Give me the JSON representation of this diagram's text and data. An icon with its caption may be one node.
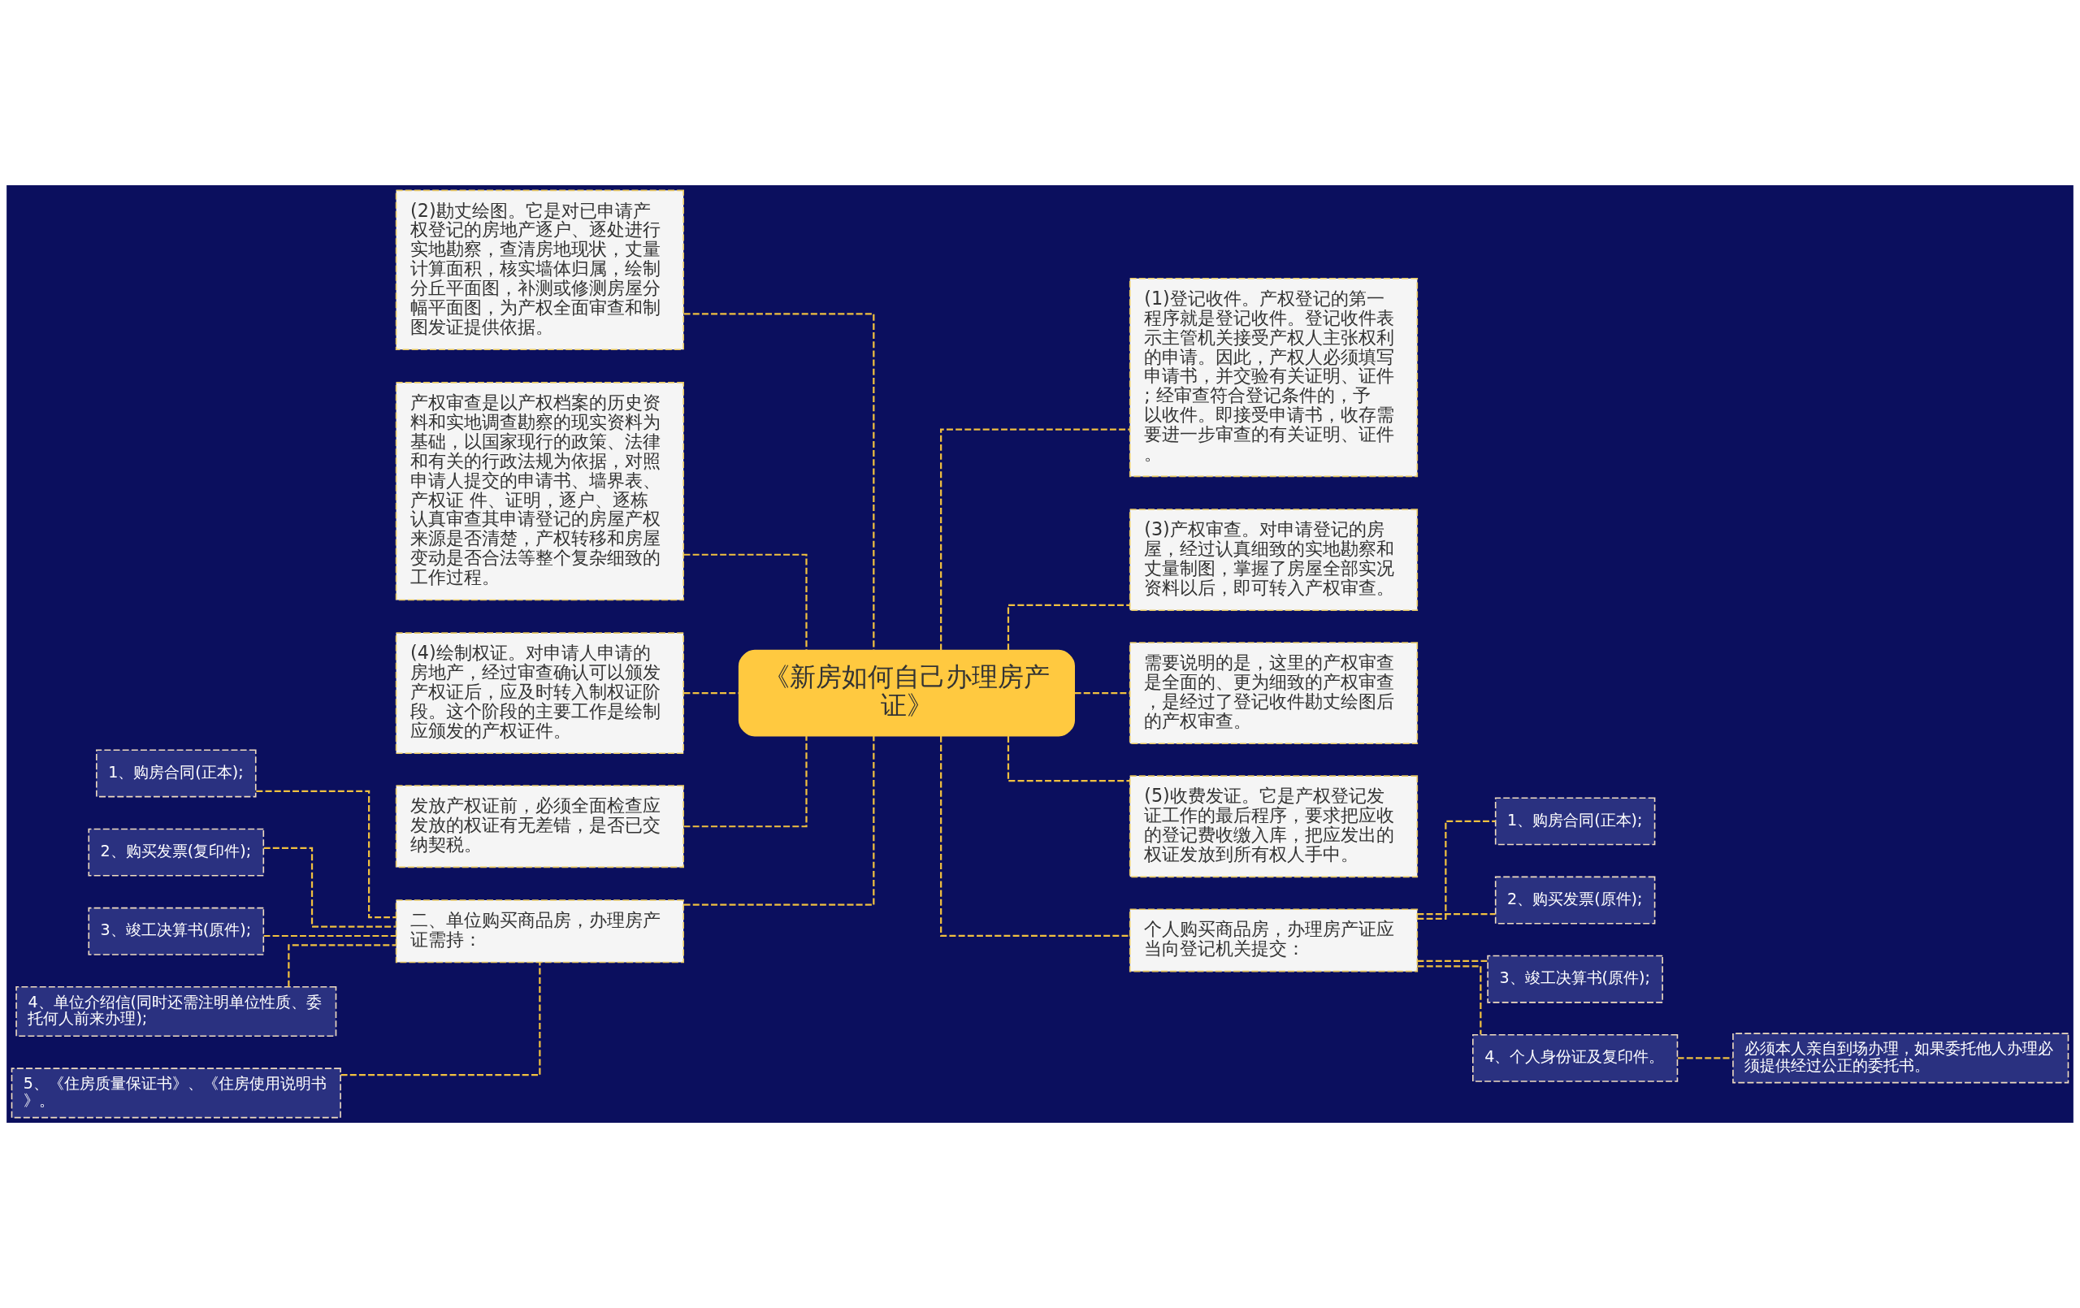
{
  "diagram": {
    "nodes": [
      {
        "text": [
          "《新房如何自己办理房产证》"
        ]
      },
      {
        "text": [
          "(2)勘丈绘图。它是对已申请产权登记的房地产逐户、逐处进行实地勘察，查清房地现状，丈量计算面积，核实墙体归属，绘制分丘平面图，补测或修测房屋分幅平面图，为产权全面审查和制图发证提供依据。"
        ]
      },
      {
        "text": [
          "产权审查是以产权档案的历史资料和实地调查勘察的现实资料为基础，以国家现行的政策、法律和有关的行政法规为依据，对照申请人提交的申请书、墙界表、产权证 件、证明，逐户、逐栋认真审查其申请登记的房屋产权来源是否清楚，产权转移和房屋变动是否合法等整个复杂细致的工作过程。"
        ]
      },
      {
        "text": [
          "(4)绘制权证。对申请人申请的房地产，经过审查确认可以颁发产权证后，应及时转入制权证阶段。这个阶段的主要工作是绘制应颁发的产权证件。"
        ]
      },
      {
        "text": [
          "发放产权证前，必须全面检查应发放的权证有无差错，是否已交纳契税。"
        ]
      },
      {
        "text": [
          "二、单位购买商品房，办理房产证需持："
        ]
      },
      {
        "text": [
          "1、购房合同(正本);"
        ]
      },
      {
        "text": [
          "2、购买发票(复印件);"
        ]
      },
      {
        "text": [
          "3、竣工决算书(原件);"
        ]
      },
      {
        "text": [
          "4、单位介绍信(同时还需注明单位性质、委托何人前来办理);"
        ]
      },
      {
        "text": [
          "5、《住房质量保证书》、《住房使用说明书》。"
        ]
      },
      {
        "text": [
          "(1)登记收件。产权登记的第一程序就是登记收件。登记收件表示主管机关接受产权人主张权利的申请。因此，产权人必须填写申请书，并交验有关证明、证件; 经审查符合登记条件的，予以收件。即接受申请书，收存需要进一步审查的有关证明、证件。"
        ]
      },
      {
        "text": [
          "(3)产权审查。对申请登记的房屋，经过认真细致的实地勘察和丈量制图，掌握了房屋全部实况资料以后，即可转入产权审查。"
        ]
      },
      {
        "text": [
          "需要说明的是，这里的产权审查是全面的、更为细致的产权审查，是经过了登记收件勘丈绘图后的产权审查。"
        ]
      },
      {
        "text": [
          "(5)收费发证。它是产权登记发证工作的最后程序，要求把应收的登记费收缴入库，把应发出的权证发放到所有权人手中。"
        ]
      },
      {
        "text": [
          "个人购买商品房，办理房产证应当向登记机关提交："
        ]
      },
      {
        "text": [
          "1、购房合同(正本);"
        ]
      },
      {
        "text": [
          "2、购买发票(原件);"
        ]
      },
      {
        "text": [
          "3、竣工决算书(原件);"
        ]
      },
      {
        "text": [
          "4、个人身份证及复印件。"
        ]
      },
      {
        "text": [
          "必须本人亲自到场办理，如果委托他人办理必须提供经过公正的委托书。"
        ]
      }
    ],
    "edges": [
      {
        "from": 0,
        "to": 1,
        "arrow": "none",
        "style": "dashed"
      },
      {
        "from": 0,
        "to": 2,
        "arrow": "none",
        "style": "dashed"
      },
      {
        "from": 0,
        "to": 3,
        "arrow": "none",
        "style": "dashed"
      },
      {
        "from": 0,
        "to": 4,
        "arrow": "none",
        "style": "dashed"
      },
      {
        "from": 0,
        "to": 5,
        "arrow": "none",
        "style": "dashed"
      },
      {
        "from": 5,
        "to": 6,
        "arrow": "none",
        "style": "dashed"
      },
      {
        "from": 5,
        "to": 7,
        "arrow": "none",
        "style": "dashed"
      },
      {
        "from": 5,
        "to": 8,
        "arrow": "none",
        "style": "dashed"
      },
      {
        "from": 5,
        "to": 9,
        "arrow": "none",
        "style": "dashed"
      },
      {
        "from": 5,
        "to": 10,
        "arrow": "none",
        "style": "dashed"
      },
      {
        "from": 0,
        "to": 11,
        "arrow": "none",
        "style": "dashed"
      },
      {
        "from": 0,
        "to": 12,
        "arrow": "none",
        "style": "dashed"
      },
      {
        "from": 0,
        "to": 13,
        "arrow": "none",
        "style": "dashed"
      },
      {
        "from": 0,
        "to": 14,
        "arrow": "none",
        "style": "dashed"
      },
      {
        "from": 0,
        "to": 15,
        "arrow": "none",
        "style": "dashed"
      },
      {
        "from": 15,
        "to": 16,
        "arrow": "none",
        "style": "dashed"
      },
      {
        "from": 15,
        "to": 17,
        "arrow": "none",
        "style": "dashed"
      },
      {
        "from": 15,
        "to": 18,
        "arrow": "none",
        "style": "dashed"
      },
      {
        "from": 15,
        "to": 19,
        "arrow": "none",
        "style": "dashed"
      },
      {
        "from": 19,
        "to": 20,
        "arrow": "none",
        "style": "dashed"
      }
    ]
  }
}
